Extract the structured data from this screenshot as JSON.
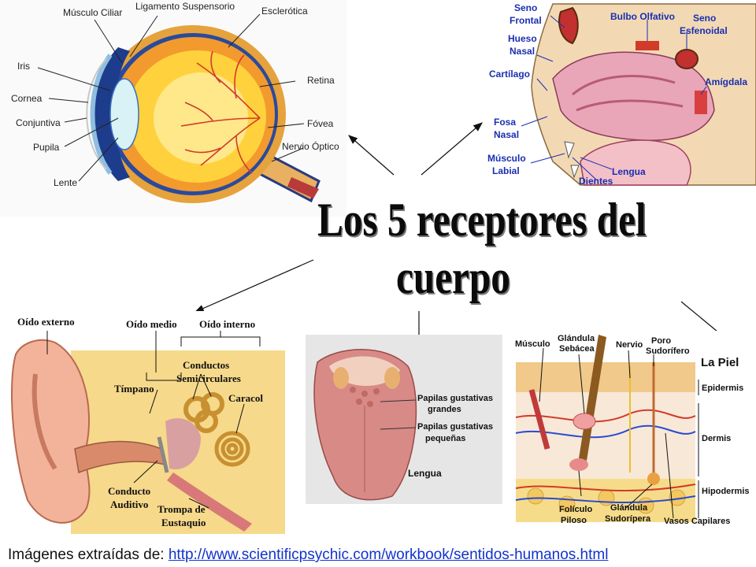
{
  "title": {
    "line1": "Los 5 receptores del",
    "line2": "cuerpo"
  },
  "eye": {
    "labels": {
      "musculo_ciliar": "Músculo Ciliar",
      "ligamento": "Ligamento Suspensorio",
      "esclerotica": "Esclerótica",
      "iris": "Iris",
      "retina": "Retina",
      "cornea": "Cornea",
      "conjuntiva": "Conjuntiva",
      "fovea": "Fóvea",
      "pupila": "Pupila",
      "nervio_optico": "Nervio Óptico",
      "lente": "Lente"
    }
  },
  "nose": {
    "labels": {
      "seno_frontal_1": "Seno",
      "seno_frontal_2": "Frontal",
      "bulbo": "Bulbo Olfativo",
      "seno_esf_1": "Seno",
      "seno_esf_2": "Esfenoidal",
      "hueso_1": "Hueso",
      "hueso_2": "Nasal",
      "cartilago": "Cartílago",
      "amigdala": "Amígdala",
      "fosa_1": "Fosa",
      "fosa_2": "Nasal",
      "musculo_1": "Músculo",
      "musculo_2": "Labial",
      "lengua": "Lengua",
      "dientes": "Dientes"
    }
  },
  "ear": {
    "labels": {
      "externo": "Oído externo",
      "medio": "Oído medio",
      "interno": "Oído interno",
      "conductos_1": "Conductos",
      "conductos_2": "Semicirculares",
      "timpano": "Tímpano",
      "caracol": "Caracol",
      "conducto_1": "Conducto",
      "conducto_2": "Auditivo",
      "trompa_1": "Trompa de",
      "trompa_2": "Eustaquio"
    }
  },
  "tongue": {
    "labels": {
      "grandes_1": "Papilas gustativas",
      "grandes_2": "grandes",
      "pequenas_1": "Papilas gustativas",
      "pequenas_2": "pequeñas",
      "lengua": "Lengua"
    }
  },
  "skin": {
    "labels": {
      "musculo": "Músculo",
      "glandula_seb_1": "Glándula",
      "glandula_seb_2": "Sebácea",
      "nervio": "Nervio",
      "poro_1": "Poro",
      "poro_2": "Sudorífero",
      "title": "La Piel",
      "epidermis": "Epidermis",
      "dermis": "Dermis",
      "hipodermis": "Hipodermis",
      "foliculo_1": "Folículo",
      "foliculo_2": "Piloso",
      "glandula_sud_1": "Glándula",
      "glandula_sud_2": "Sudorípera",
      "vasos": "Vasos Capilares"
    }
  },
  "footer": {
    "prefix": "Imágenes extraídas de: ",
    "link": "http://www.scientificpsychic.com/workbook/sentidos-humanos.html"
  }
}
